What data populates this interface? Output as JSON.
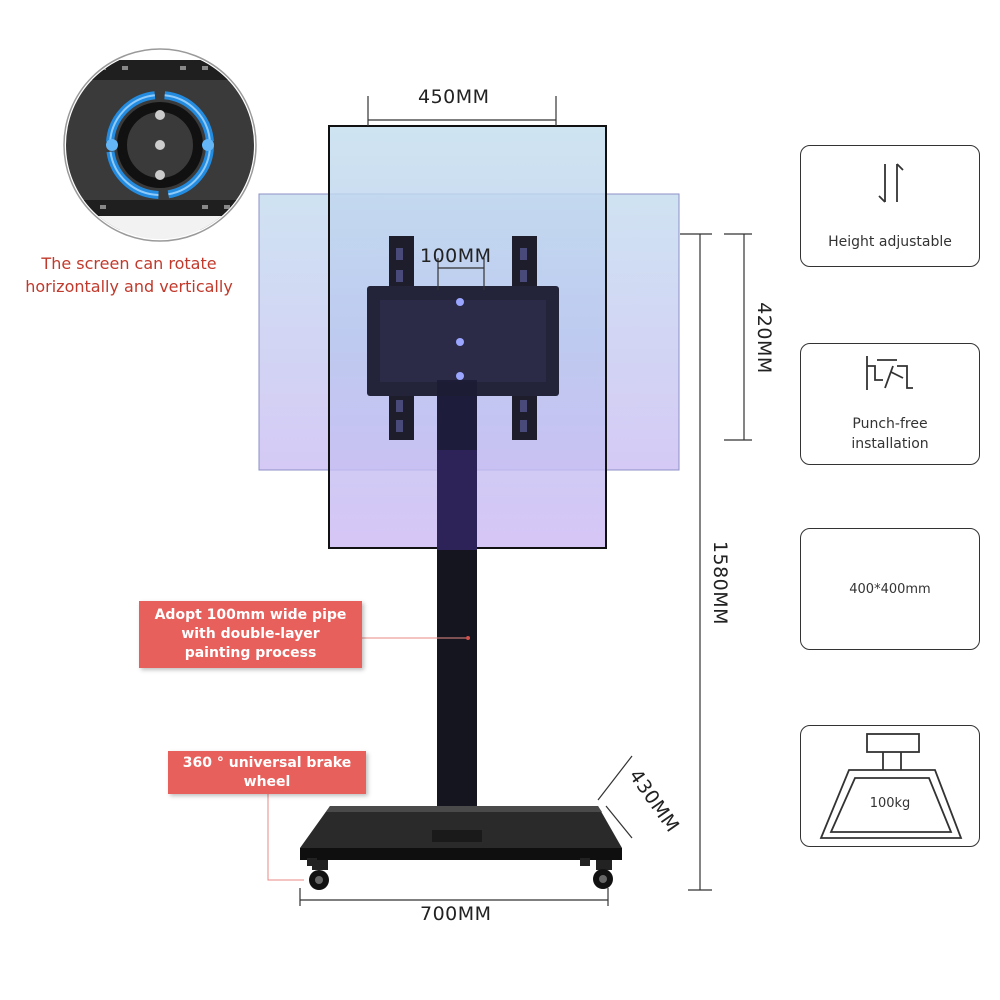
{
  "dimensions": {
    "screen_width": "450MM",
    "mount_spacing": "100MM",
    "mount_height": "420MM",
    "total_height": "1580MM",
    "base_depth": "430MM",
    "base_width": "700MM"
  },
  "rotate_caption_line1": "The screen can rotate",
  "rotate_caption_line2": "horizontally and vertically",
  "callouts": {
    "pipe_line1": "Adopt 100mm wide pipe",
    "pipe_line2": "with double-layer",
    "pipe_line3": "painting process",
    "wheel_line1": "360 ° universal brake",
    "wheel_line2": "wheel"
  },
  "features": [
    {
      "label": "Height adjustable",
      "icon": "height-arrows-icon"
    },
    {
      "label_line1": "Punch-free",
      "label_line2": "installation",
      "icon": "punch-free-icon"
    },
    {
      "label": "400*400mm"
    },
    {
      "label": "100kg",
      "icon": "weight-icon"
    }
  ],
  "colors": {
    "callout_bg": "#e8605c",
    "caption_red": "#c0392b",
    "screen_blue": "#bcd8ec",
    "screen_purple": "#c9b6f2"
  }
}
